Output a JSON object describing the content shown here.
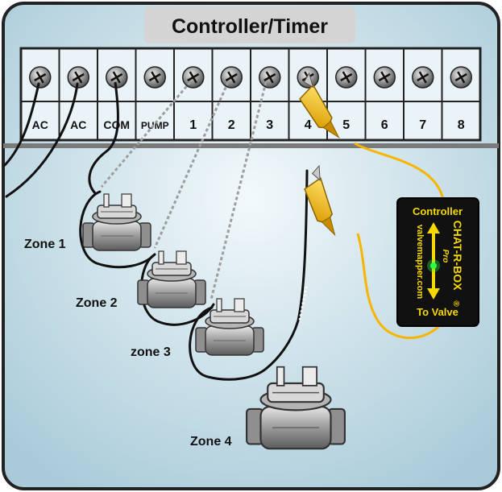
{
  "title": "Controller/Timer",
  "terminals": [
    "AC",
    "AC",
    "COM",
    "PUMP",
    "1",
    "2",
    "3",
    "4",
    "5",
    "6",
    "7",
    "8"
  ],
  "zones": [
    "Zone 1",
    "Zone 2",
    "zone 3",
    "Zone 4"
  ],
  "device": {
    "top_label": "Controller",
    "bottom_label": "To Valve",
    "brand": "CHAT-R-BOX",
    "brand_mark": "®",
    "edition": "Pro",
    "url": "valvemapper.com"
  },
  "colors": {
    "background": "#cfe3ec",
    "terminal_strip": "#e6f2f7",
    "clip_yellow": "#f3c21b",
    "lead_yellow": "#f7b500",
    "device_body": "#111111",
    "device_text": "#f5d800",
    "led_green": "#33ff44"
  }
}
